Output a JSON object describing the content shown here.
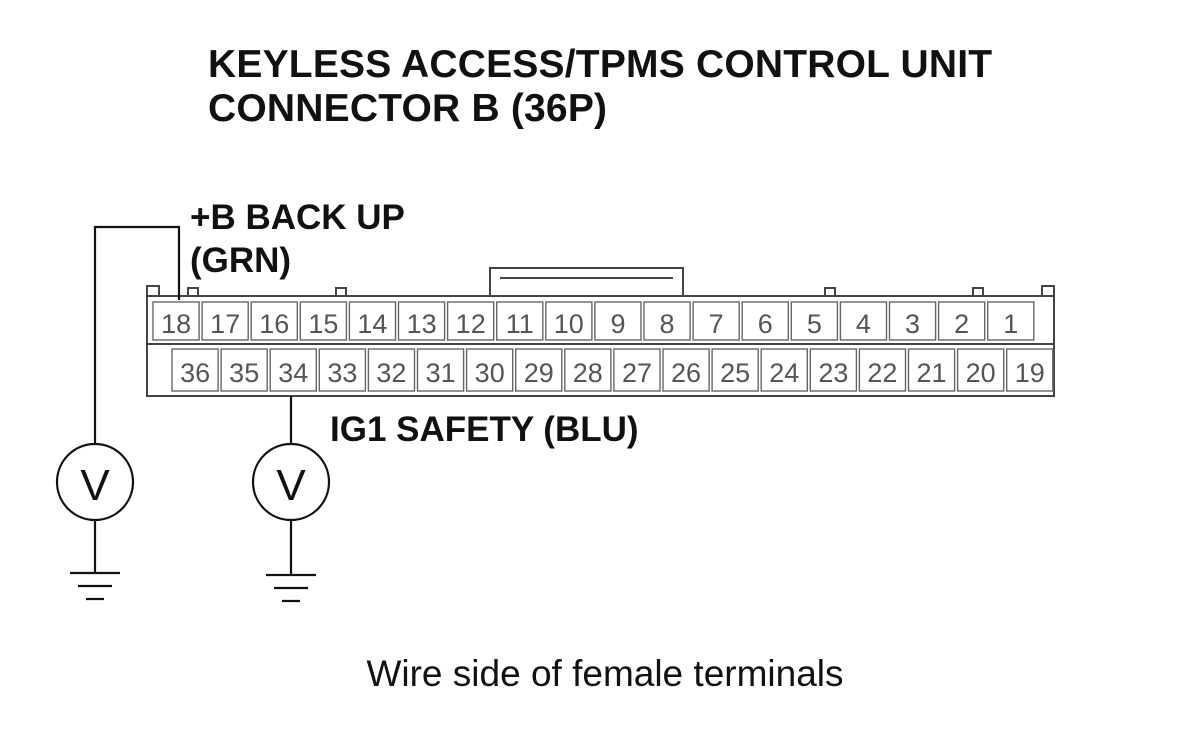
{
  "title": {
    "line1": "KEYLESS ACCESS/TPMS CONTROL UNIT",
    "line2": "CONNECTOR B (36P)"
  },
  "connector": {
    "top_row_pins": [
      "18",
      "17",
      "16",
      "15",
      "14",
      "13",
      "12",
      "11",
      "10",
      "9",
      "8",
      "7",
      "6",
      "5",
      "4",
      "3",
      "2",
      "1"
    ],
    "bottom_row_pins": [
      "36",
      "35",
      "34",
      "33",
      "32",
      "31",
      "30",
      "29",
      "28",
      "27",
      "26",
      "25",
      "24",
      "23",
      "22",
      "21",
      "20",
      "19"
    ]
  },
  "probes": {
    "backup": {
      "line1": "+B BACK UP",
      "line2": "(GRN)",
      "pin": "18",
      "meter_symbol": "V"
    },
    "ig1": {
      "label": "IG1 SAFETY (BLU)",
      "pin": "34",
      "meter_symbol": "V"
    }
  },
  "caption": "Wire side of female terminals",
  "colors": {
    "line": "#111111",
    "pin_text": "#555555",
    "connector_outline": "#444444"
  }
}
